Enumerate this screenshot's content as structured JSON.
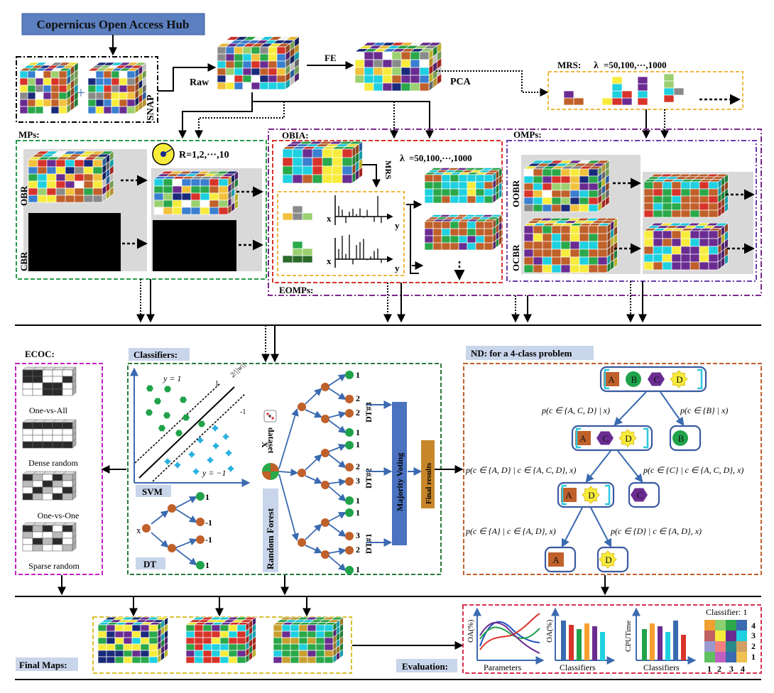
{
  "top": {
    "source": "Copernicus Open Access Hub",
    "snap": "SNAP",
    "raw": "Raw",
    "fe": "FE",
    "pca": "PCA",
    "mrs_prefix": "MRS:",
    "lambda": "λ",
    "mrs_values": "=50,100,···,1000"
  },
  "mps": {
    "label": "MPs:",
    "radius": "R=1,2,···,10",
    "obr": "OBR",
    "cbr": "CBR"
  },
  "obia": {
    "label": "OBIA:",
    "mrs_vert": "MRS",
    "lambda": "λ",
    "values": "=50,100,···,1000",
    "x": "x",
    "y": "y"
  },
  "omps": {
    "label": "OMPs:",
    "oobr": "OOBR",
    "ocbr": "OCBR"
  },
  "eomps": "EOMPs:",
  "ecoc": {
    "title": "ECOC:",
    "items": [
      "One-vs-All",
      "Dense random",
      "One-vs-One",
      "Sparse random"
    ]
  },
  "classifiers": {
    "title": "Classifiers:",
    "svm": "SVM",
    "dt": "DT",
    "rf": "Random Forest",
    "dataset": "dataset",
    "x": "X",
    "voting": "Majority Voting",
    "final": "Final results",
    "trees": [
      "DT#3",
      "DT#2",
      "DT#1"
    ],
    "yi_pos": "y  = 1",
    "yi_neg": "y  = −1",
    "neg1": "-1",
    "one": "1",
    "norm": "2/||w||",
    "dt_x": "x",
    "dt_leaves": [
      "1",
      "-1",
      "-1",
      "1"
    ],
    "rf_leaves": [
      "1",
      "2",
      "2",
      "1",
      "1",
      "2",
      "3",
      "1",
      "1",
      "3",
      "2",
      "1"
    ]
  },
  "nd": {
    "title": "ND: for a 4-class problem",
    "letters": [
      "A",
      "B",
      "C",
      "D"
    ],
    "p1": "p(c ∈ {A, C, D} | x)",
    "p2": "p(c ∈ {B} | x)",
    "p3": "p(c ∈ {A, D} | c ∈ {A, C, D}, x)",
    "p4": "p(c ∈ {C} | c ∈ {A, C, D}, x)",
    "p5": "p(c ∈ {A} | c ∈ {A, D}, x)",
    "p6": "p(c ∈ {D} | c ∈ {A, D}, x)"
  },
  "final_maps": "Final Maps:",
  "evaluation": {
    "title": "Evaluation:",
    "oa": "OA(%)",
    "cputime": "CPUTime",
    "parameters": "Parameters",
    "classifiers": "Classifiers",
    "cm_title": "Classifier: 1",
    "cm_rows": [
      "4",
      "3",
      "2",
      "1"
    ],
    "cm_cols": [
      "1",
      "2",
      "3",
      "4"
    ]
  },
  "colors": {
    "blue_box": "#4a78b5",
    "green": "#1fa24a",
    "orange_brown": "#c0602a",
    "purple": "#6a2c91",
    "yellow": "#f7ec3c",
    "cyan": "#1ed0e0"
  }
}
